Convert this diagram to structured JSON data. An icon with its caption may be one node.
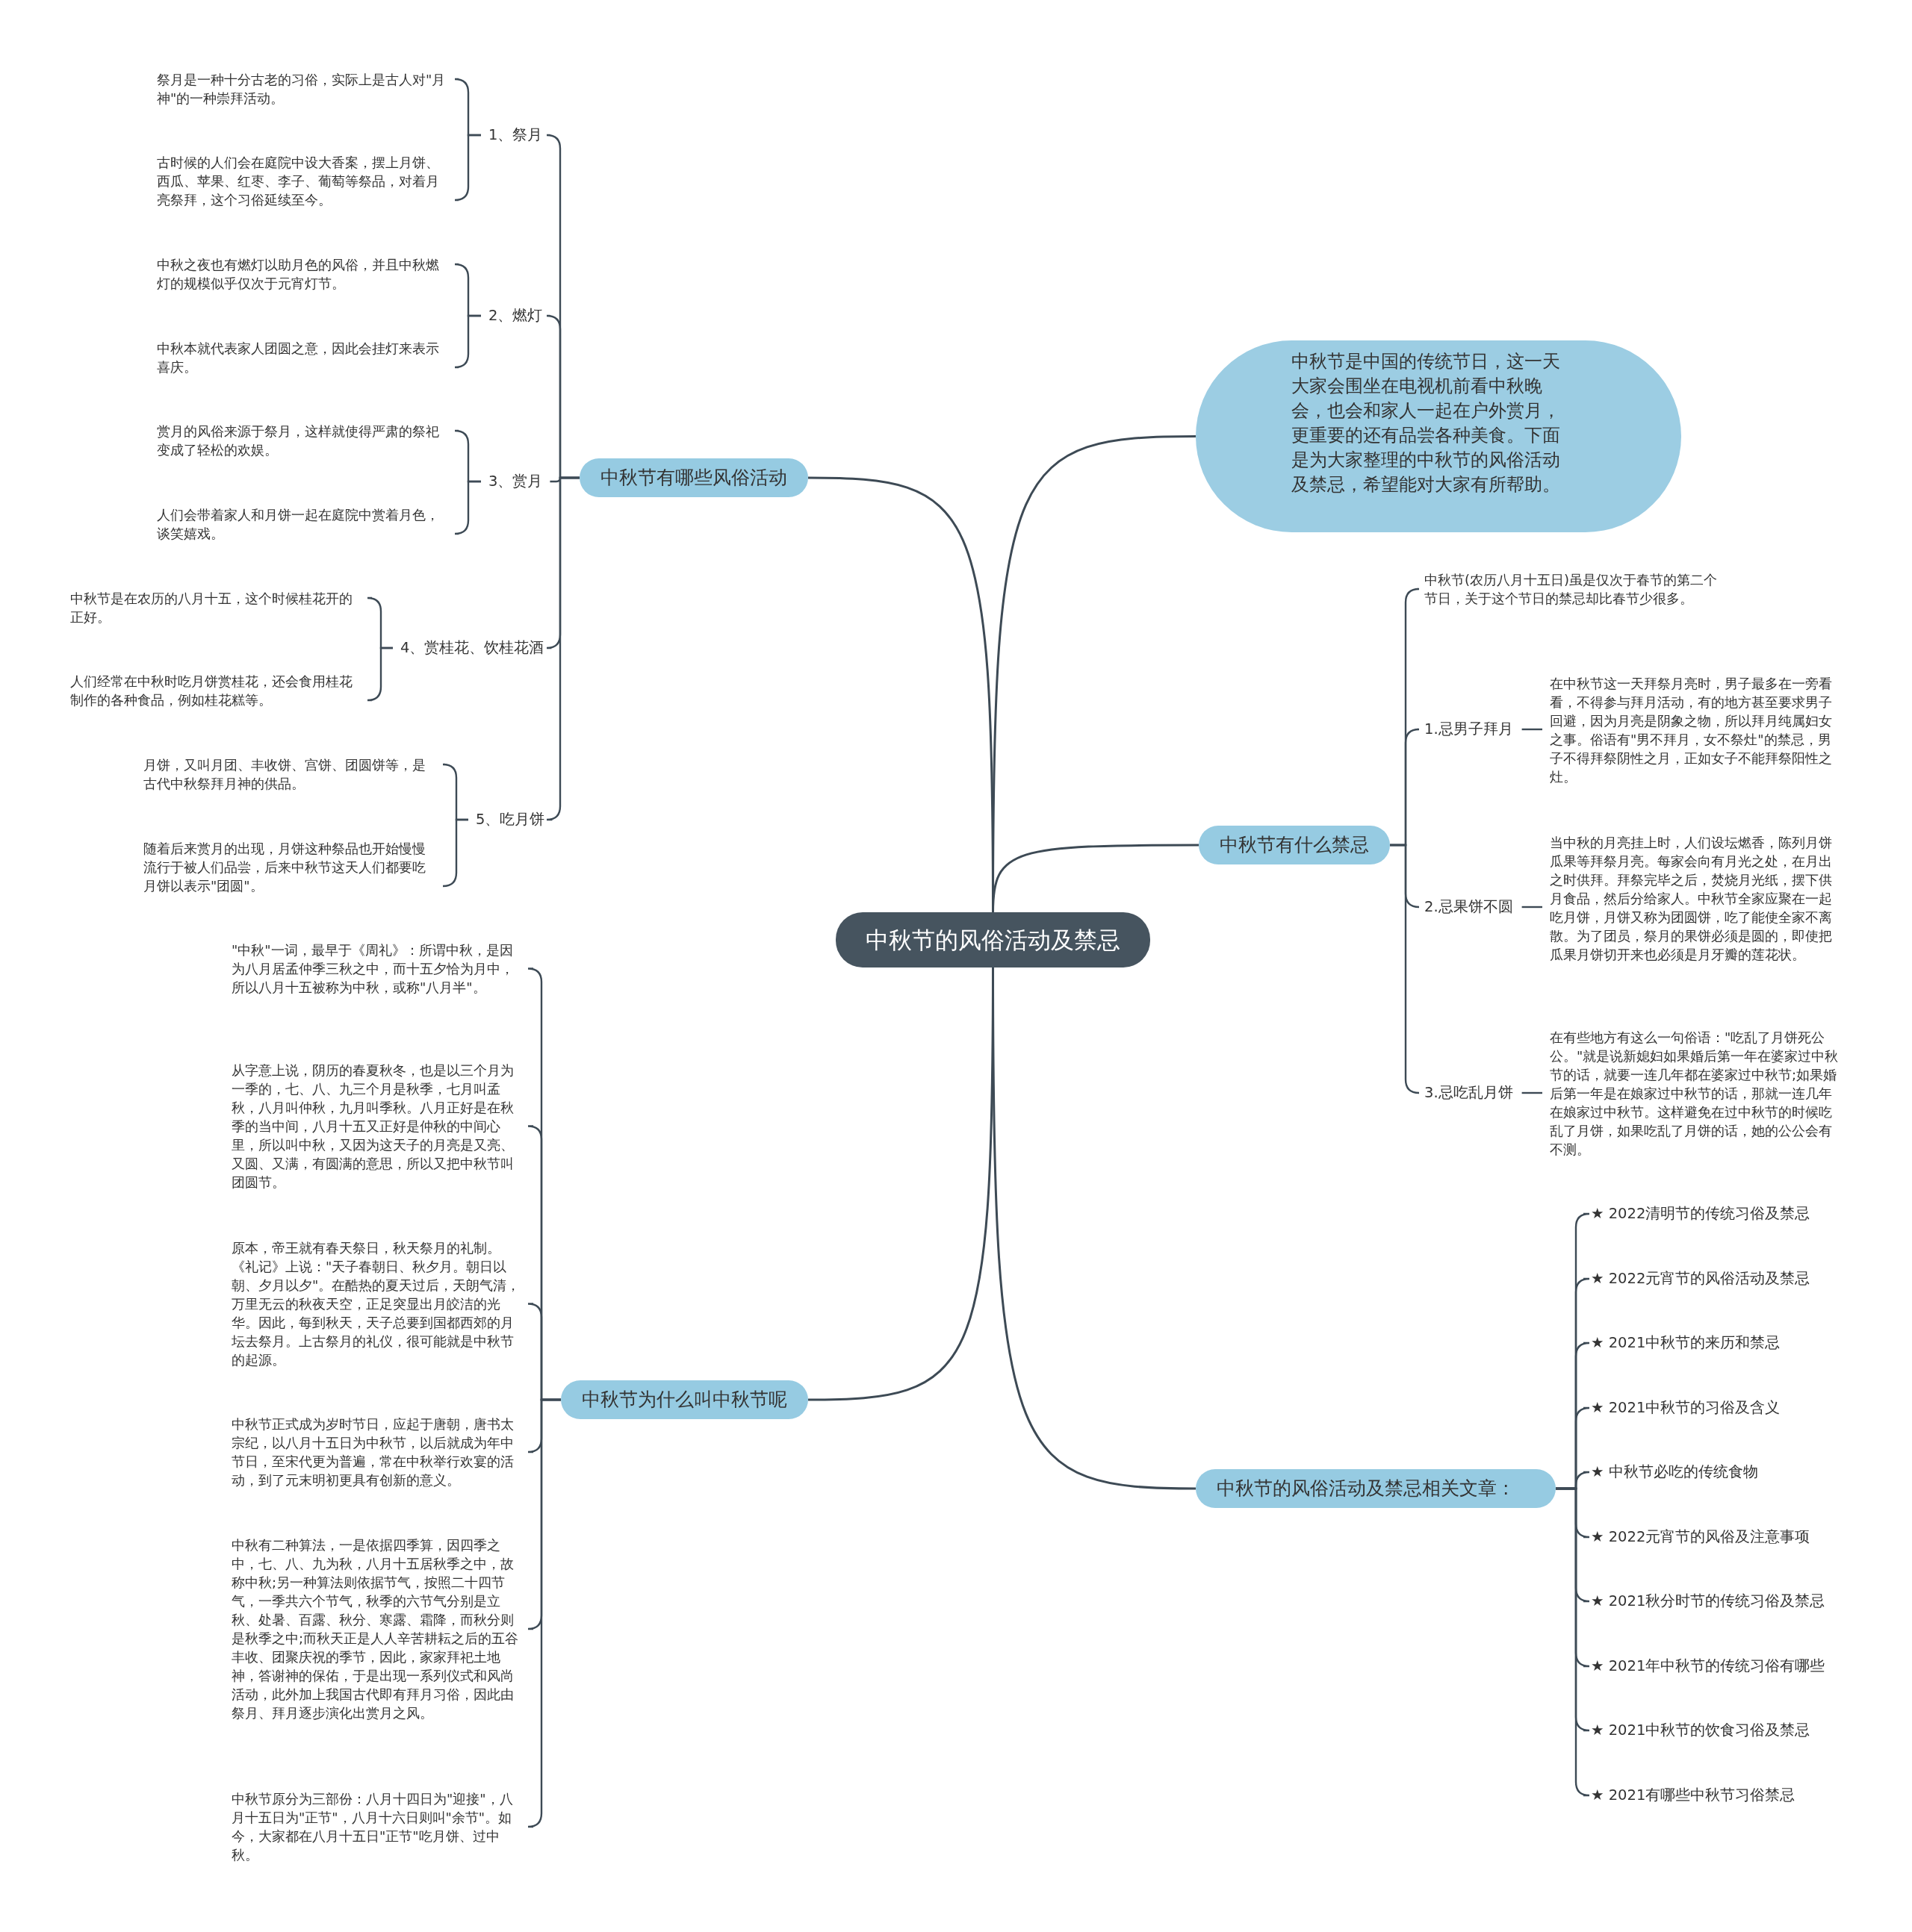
{
  "diagram": {
    "nodes": [
      {
        "text": [
          "中秋节的风俗活动及禁忌"
        ]
      },
      {
        "text": [
          "中秋节是中国的传统节日，这一天大家会围坐在电视机前看中秋晚会，也会和家人一起在户外赏月，更重要的还有品尝各种美食。下面是为大家整理的中秋节的风俗活动及禁忌，希望能对大家有所帮助。"
        ]
      },
      {
        "text": [
          "中秋节有哪些风俗活动"
        ]
      },
      {
        "text": [
          "1、祭月"
        ]
      },
      {
        "text": [
          "祭月是一种十分古老的习俗，实际上是古人对\"月神\"的一种崇拜活动。"
        ]
      },
      {
        "text": [
          "古时候的人们会在庭院中设大香案，摆上月饼、西瓜、苹果、红枣、李子、葡萄等祭品，对着月亮祭拜，这个习俗延续至今。"
        ]
      },
      {
        "text": [
          "2、燃灯"
        ]
      },
      {
        "text": [
          "中秋之夜也有燃灯以助月色的风俗，并且中秋燃灯的规模似乎仅次于元宵灯节。"
        ]
      },
      {
        "text": [
          "中秋本就代表家人团圆之意，因此会挂灯来表示喜庆。"
        ]
      },
      {
        "text": [
          "3、赏月"
        ]
      },
      {
        "text": [
          "赏月的风俗来源于祭月，这样就使得严肃的祭祀变成了轻松的欢娱。"
        ]
      },
      {
        "text": [
          "人们会带着家人和月饼一起在庭院中赏着月色，谈笑嬉戏。"
        ]
      },
      {
        "text": [
          "4、赏桂花、饮桂花酒"
        ]
      },
      {
        "text": [
          "中秋节是在农历的八月十五，这个时候桂花开的正好。"
        ]
      },
      {
        "text": [
          "人们经常在中秋时吃月饼赏桂花，还会食用桂花制作的各种食品，例如桂花糕等。"
        ]
      },
      {
        "text": [
          "5、吃月饼"
        ]
      },
      {
        "text": [
          "月饼，又叫月团、丰收饼、宫饼、团圆饼等，是古代中秋祭拜月神的供品。"
        ]
      },
      {
        "text": [
          "随着后来赏月的出现，月饼这种祭品也开始慢慢流行于被人们品尝，后来中秋节这天人们都要吃月饼以表示\"团圆\"。"
        ]
      },
      {
        "text": [
          "中秋节为什么叫中秋节呢"
        ]
      },
      {
        "text": [
          "\"中秋\"一词，最早于《周礼》：所谓中秋，是因为八月居孟仲季三秋之中，而十五夕恰为月中，所以八月十五被称为中秋，或称\"八月半\"。"
        ]
      },
      {
        "text": [
          "从字意上说，阴历的春夏秋冬，也是以三个月为一季的，七、八、九三个月是秋季，七月叫孟秋，八月叫仲秋，九月叫季秋。八月正好是在秋季的当中间，八月十五又正好是仲秋的中间心里，所以叫中秋，又因为这天子的月亮是又亮、又圆、又满，有圆满的意思，所以又把中秋节叫团圆节。"
        ]
      },
      {
        "text": [
          "原本，帝王就有春天祭日，秋天祭月的礼制。《礼记》上说：\"天子春朝日、秋夕月。朝日以朝、夕月以夕\"。在酷热的夏天过后，天朗气清，万里无云的秋夜天空，正足突显出月皎洁的光华。因此，每到秋天，天子总要到国都西郊的月坛去祭月。上古祭月的礼仪，很可能就是中秋节的起源。"
        ]
      },
      {
        "text": [
          "中秋节正式成为岁时节日，应起于唐朝，唐书太宗纪，以八月十五日为中秋节，以后就成为年中节日，至宋代更为普遍，常在中秋举行欢宴的活动，到了元末明初更具有创新的意义。"
        ]
      },
      {
        "text": [
          "中秋有二种算法，一是依据四季算，因四季之中，七、八、九为秋，八月十五居秋季之中，故称中秋;另一种算法则依据节气，按照二十四节气，一季共六个节气，秋季的六节气分别是立秋、处暑、百露、秋分、寒露、霜降，而秋分则是秋季之中;而秋天正是人人辛苦耕耘之后的五谷丰收、团聚庆祝的季节，因此，家家拜祀土地神，答谢神的保佑，于是出现一系列仪式和风尚活动，此外加上我国古代即有拜月习俗，因此由祭月、拜月逐步演化出赏月之风。"
        ]
      },
      {
        "text": [
          "中秋节原分为三部份：八月十四日为\"迎接\"，八月十五日为\"正节\"，八月十六日则叫\"余节\"。如今，大家都在八月十五日\"正节\"吃月饼、过中秋。"
        ]
      },
      {
        "text": [
          "中秋节有什么禁忌"
        ]
      },
      {
        "text": [
          "中秋节(农历八月十五日)虽是仅次于春节的第二个节日，关于这个节日的禁忌却比春节少很多。"
        ]
      },
      {
        "text": [
          "1.忌男子拜月"
        ]
      },
      {
        "text": [
          "在中秋节这一天拜祭月亮时，男子最多在一旁看看，不得参与拜月活动，有的地方甚至要求男子回避，因为月亮是阴象之物，所以拜月纯属妇女之事。俗语有\"男不拜月，女不祭灶\"的禁忌，男子不得拜祭阴性之月，正如女子不能拜祭阳性之灶。"
        ]
      },
      {
        "text": [
          "2.忌果饼不圆"
        ]
      },
      {
        "text": [
          "当中秋的月亮挂上时，人们设坛燃香，陈列月饼瓜果等拜祭月亮。每家会向有月光之处，在月出之时供拜。拜祭完毕之后，焚烧月光纸，摆下供月食品，然后分给家人。中秋节全家应聚在一起吃月饼，月饼又称为团圆饼，吃了能使全家不离散。为了团员，祭月的果饼必须是圆的，即使把瓜果月饼切开来也必须是月牙瓣的莲花状。"
        ]
      },
      {
        "text": [
          "3.忌吃乱月饼"
        ]
      },
      {
        "text": [
          "在有些地方有这么一句俗语：\"吃乱了月饼死公公。\"就是说新媳妇如果婚后第一年在婆家过中秋节的话，就要一连几年都在婆家过中秋节;如果婚后第一年是在娘家过中秋节的话，那就一连几年在娘家过中秋节。这样避免在过中秋节的时候吃乱了月饼，如果吃乱了月饼的话，她的公公会有不测。"
        ]
      },
      {
        "text": [
          "中秋节的风俗活动及禁忌相关文章 :"
        ]
      },
      {
        "text": [
          "★ 2022清明节的传统习俗及禁忌"
        ]
      },
      {
        "text": [
          "★ 2022元宵节的风俗活动及禁忌"
        ]
      },
      {
        "text": [
          "★ 2021中秋节的来历和禁忌"
        ]
      },
      {
        "text": [
          "★ 2021中秋节的习俗及含义"
        ]
      },
      {
        "text": [
          "★ 中秋节必吃的传统食物"
        ]
      },
      {
        "text": [
          "★ 2022元宵节的风俗及注意事项"
        ]
      },
      {
        "text": [
          "★ 2021秋分时节的传统习俗及禁忌"
        ]
      },
      {
        "text": [
          "★ 2021年中秋节的传统习俗有哪些"
        ]
      },
      {
        "text": [
          "★ 2021中秋节的饮食习俗及禁忌"
        ]
      },
      {
        "text": [
          "★ 2021有哪些中秋节习俗禁忌"
        ]
      }
    ],
    "edges": [
      {
        "from": 0,
        "to": 1,
        "arrow": "none"
      },
      {
        "from": 0,
        "to": 2,
        "arrow": "none"
      },
      {
        "from": 2,
        "to": 3,
        "arrow": "none"
      },
      {
        "from": 3,
        "to": 4,
        "arrow": "none"
      },
      {
        "from": 3,
        "to": 5,
        "arrow": "none"
      },
      {
        "from": 2,
        "to": 6,
        "arrow": "none"
      },
      {
        "from": 6,
        "to": 7,
        "arrow": "none"
      },
      {
        "from": 6,
        "to": 8,
        "arrow": "none"
      },
      {
        "from": 2,
        "to": 9,
        "arrow": "none"
      },
      {
        "from": 9,
        "to": 10,
        "arrow": "none"
      },
      {
        "from": 9,
        "to": 11,
        "arrow": "none"
      },
      {
        "from": 2,
        "to": 12,
        "arrow": "none"
      },
      {
        "from": 12,
        "to": 13,
        "arrow": "none"
      },
      {
        "from": 12,
        "to": 14,
        "arrow": "none"
      },
      {
        "from": 2,
        "to": 15,
        "arrow": "none"
      },
      {
        "from": 15,
        "to": 16,
        "arrow": "none"
      },
      {
        "from": 15,
        "to": 17,
        "arrow": "none"
      },
      {
        "from": 0,
        "to": 18,
        "arrow": "none"
      },
      {
        "from": 18,
        "to": 19,
        "arrow": "none"
      },
      {
        "from": 18,
        "to": 20,
        "arrow": "none"
      },
      {
        "from": 18,
        "to": 21,
        "arrow": "none"
      },
      {
        "from": 18,
        "to": 22,
        "arrow": "none"
      },
      {
        "from": 18,
        "to": 23,
        "arrow": "none"
      },
      {
        "from": 18,
        "to": 24,
        "arrow": "none"
      },
      {
        "from": 0,
        "to": 25,
        "arrow": "none"
      },
      {
        "from": 25,
        "to": 26,
        "arrow": "none"
      },
      {
        "from": 25,
        "to": 27,
        "arrow": "none"
      },
      {
        "from": 27,
        "to": 28,
        "arrow": "none"
      },
      {
        "from": 25,
        "to": 29,
        "arrow": "none"
      },
      {
        "from": 29,
        "to": 30,
        "arrow": "none"
      },
      {
        "from": 25,
        "to": 31,
        "arrow": "none"
      },
      {
        "from": 31,
        "to": 32,
        "arrow": "none"
      },
      {
        "from": 0,
        "to": 33,
        "arrow": "none"
      },
      {
        "from": 33,
        "to": 34,
        "arrow": "none"
      },
      {
        "from": 33,
        "to": 35,
        "arrow": "none"
      },
      {
        "from": 33,
        "to": 36,
        "arrow": "none"
      },
      {
        "from": 33,
        "to": 37,
        "arrow": "none"
      },
      {
        "from": 33,
        "to": 38,
        "arrow": "none"
      },
      {
        "from": 33,
        "to": 39,
        "arrow": "none"
      },
      {
        "from": 33,
        "to": 40,
        "arrow": "none"
      },
      {
        "from": 33,
        "to": 41,
        "arrow": "none"
      },
      {
        "from": 33,
        "to": 42,
        "arrow": "none"
      },
      {
        "from": 33,
        "to": 43,
        "arrow": "none"
      }
    ]
  }
}
